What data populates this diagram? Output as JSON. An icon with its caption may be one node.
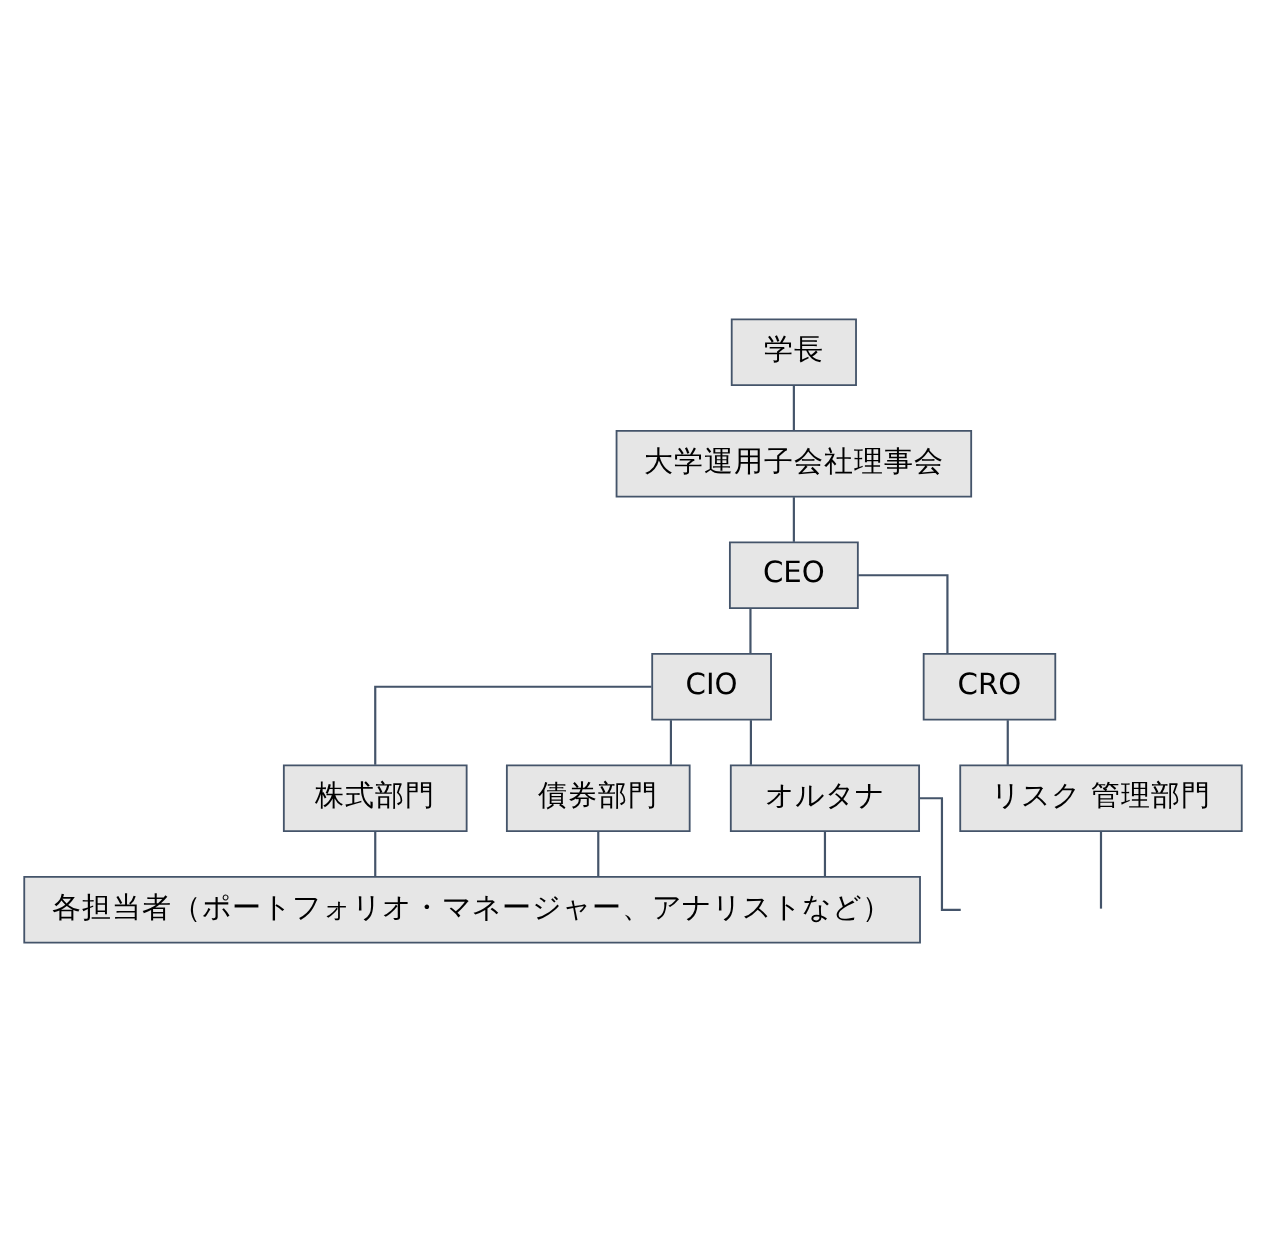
{
  "diagram": {
    "nodes": [
      {
        "text": [
          "学長"
        ]
      },
      {
        "text": [
          "大学運用子会社理事会"
        ]
      },
      {
        "text": [
          "CEO"
        ]
      },
      {
        "text": [
          "CIO"
        ]
      },
      {
        "text": [
          "CRO"
        ]
      },
      {
        "text": [
          "リスク 管理部門"
        ]
      },
      {
        "text": [
          "株式部門"
        ]
      },
      {
        "text": [
          "債券部門"
        ]
      },
      {
        "text": [
          "オルタナ"
        ]
      },
      {
        "text": [
          "各担当者（ポートフォリオ・マネージャー、アナリストなど）"
        ]
      }
    ],
    "edges": [
      {
        "from": 0,
        "to": 1,
        "arrow": "none"
      },
      {
        "from": 1,
        "to": 2,
        "arrow": "none"
      },
      {
        "from": 2,
        "to": 3,
        "arrow": "none"
      },
      {
        "from": 2,
        "to": 4,
        "arrow": "none"
      },
      {
        "from": 4,
        "to": 5,
        "arrow": "none"
      },
      {
        "from": 3,
        "to": 6,
        "arrow": "none"
      },
      {
        "from": 3,
        "to": 7,
        "arrow": "none"
      },
      {
        "from": 3,
        "to": 8,
        "arrow": "none"
      },
      {
        "from": 6,
        "to": 9,
        "arrow": "none"
      },
      {
        "from": 7,
        "to": 9,
        "arrow": "none"
      },
      {
        "from": 8,
        "to": 9,
        "arrow": "none"
      },
      {
        "from": 5,
        "to": null,
        "arrow": "none"
      },
      {
        "from": 8,
        "to": null,
        "arrow": "none"
      }
    ]
  }
}
